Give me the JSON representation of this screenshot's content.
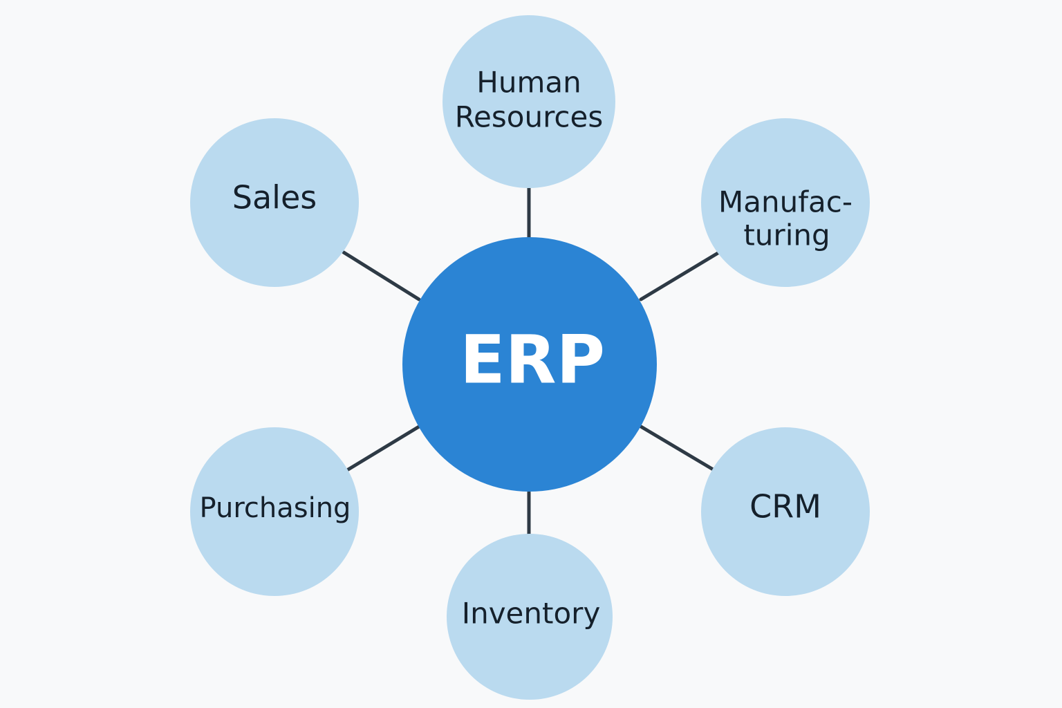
{
  "diagram": {
    "colors": {
      "background": "#f8f9fa",
      "hub_fill": "#2b84d4",
      "hub_text": "#ffffff",
      "node_fill": "#badaef",
      "node_text": "#15202b",
      "connector": "#2e3a45"
    },
    "hub": {
      "label": "ERP"
    },
    "nodes": {
      "human_resources": {
        "line1": "Human",
        "line2": "Resources"
      },
      "manufacturing": {
        "line1": "Manufac-",
        "line2": "turing"
      },
      "crm": {
        "label": "CRM"
      },
      "inventory": {
        "label": "Inventory"
      },
      "purchasing": {
        "label": "Purchasing"
      },
      "sales": {
        "label": "Sales"
      }
    }
  }
}
